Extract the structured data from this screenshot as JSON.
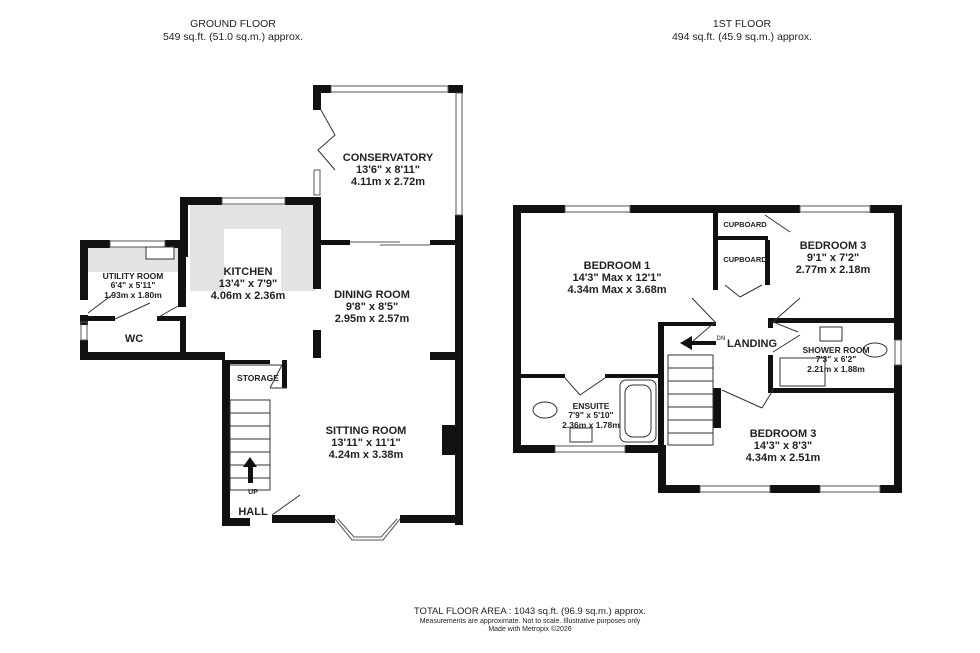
{
  "ground_floor": {
    "title": "GROUND FLOOR",
    "area": "549 sq.ft. (51.0 sq.m.) approx.",
    "rooms": [
      {
        "name": "CONSERVATORY",
        "imperial": "13'6\" x 8'11\"",
        "metric": "4.11m x 2.72m"
      },
      {
        "name": "KITCHEN",
        "imperial": "13'4\" x 7'9\"",
        "metric": "4.06m x 2.36m"
      },
      {
        "name": "UTILITY ROOM",
        "imperial": "6'4\" x 5'11\"",
        "metric": "1.93m x 1.80m"
      },
      {
        "name": "DINING ROOM",
        "imperial": "9'8\" x 8'5\"",
        "metric": "2.95m x 2.57m"
      },
      {
        "name": "SITTING ROOM",
        "imperial": "13'11\" x 11'1\"",
        "metric": "4.24m x 3.38m"
      }
    ],
    "labels": {
      "wc": "WC",
      "storage": "STORAGE",
      "hall": "HALL",
      "up": "UP"
    }
  },
  "first_floor": {
    "title": "1ST FLOOR",
    "area": "494 sq.ft. (45.9 sq.m.) approx.",
    "rooms": [
      {
        "name": "BEDROOM 1",
        "imperial": "14'3\" Max x 12'1\"",
        "metric": "4.34m Max x 3.68m"
      },
      {
        "name": "BEDROOM 3",
        "imperial": "9'1\" x 7'2\"",
        "metric": "2.77m x 2.18m"
      },
      {
        "name": "SHOWER ROOM",
        "imperial": "7'3\" x 6'2\"",
        "metric": "2.21m x 1.88m"
      },
      {
        "name": "ENSUITE",
        "imperial": "7'9\" x 5'10\"",
        "metric": "2.36m x 1.78m"
      },
      {
        "name": "BEDROOM 3",
        "imperial": "14'3\" x 8'3\"",
        "metric": "4.34m x 2.51m"
      }
    ],
    "labels": {
      "cupboard": "CUPBOARD",
      "landing": "LANDING",
      "down": "DN"
    }
  },
  "footer": {
    "total": "TOTAL FLOOR AREA : 1043 sq.ft. (96.9 sq.m.) approx.",
    "disclaimer": "Measurements are approximate.  Not to scale.  Illustrative purposes only",
    "credit": "Made with Metropix ©2026"
  },
  "colors": {
    "wall": "#111111",
    "fitted_area": "#e3e3e3"
  }
}
